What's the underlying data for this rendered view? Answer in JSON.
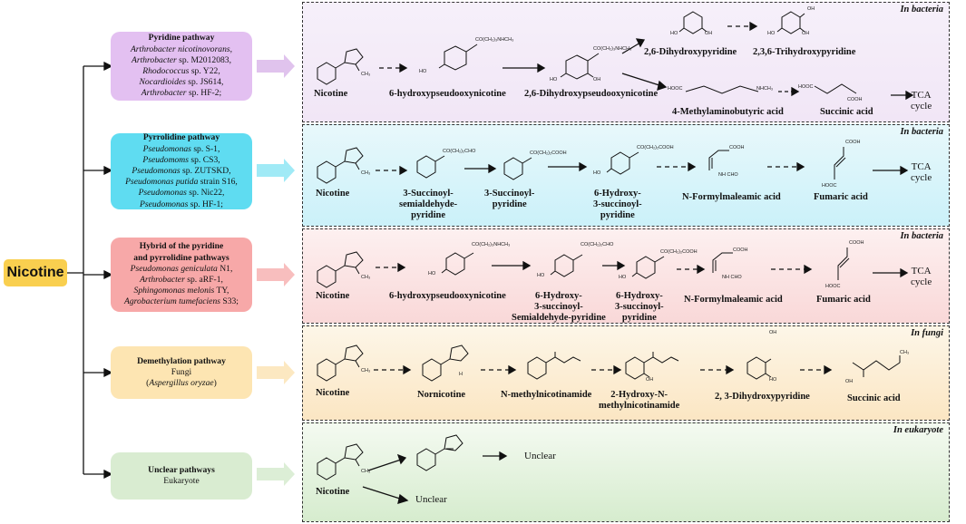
{
  "root": {
    "label": "Nicotine"
  },
  "categories": [
    {
      "title": "Pyridine pathway",
      "lines": [
        [
          "Arthrobacter nicotinovorans,",
          ""
        ],
        [
          "Arthrobacter",
          " sp. M2012083,"
        ],
        [
          "Rhodococcus",
          " sp. Y22,"
        ],
        [
          "Nocardioides",
          " sp. JS614,"
        ],
        [
          "Arthrobacter",
          " sp. HF-2;"
        ]
      ]
    },
    {
      "title": "Pyrrolidine pathway",
      "lines": [
        [
          "Pseudomonas",
          " sp. S-1,"
        ],
        [
          "Pseudomoms",
          " sp. CS3,"
        ],
        [
          "Pseudomonas",
          " sp. ZUTSKD,"
        ],
        [
          "Pseudomonas putida",
          " strain S16,"
        ],
        [
          "Pseudomonas",
          " sp. Nic22,"
        ],
        [
          "Pseudomonas",
          " sp. HF-1;"
        ]
      ]
    },
    {
      "title": "Hybrid of the pyridine\nand pyrrolidine pathways",
      "lines": [
        [
          "Pseudomonas geniculata",
          " N1,"
        ],
        [
          "Arthrobacter",
          " sp. aRF-1,"
        ],
        [
          "Sphingomonas melonis",
          " TY,"
        ],
        [
          "Agrobacterium tumefaciens",
          " S33;"
        ]
      ]
    },
    {
      "title": "Demethylation pathway",
      "plain": [
        "Fungi",
        "(Aspergillus oryzae)"
      ]
    },
    {
      "title": "Unclear pathways",
      "plain": [
        "Eukaryote"
      ]
    }
  ],
  "panels": [
    {
      "tag": "In bacteria",
      "labels": [
        "Nicotine",
        "6-hydroxypseudooxynicotine",
        "2,6-Dihydroxypseudooxynicotine",
        "2,6-Dihydroxypyridine",
        "2,3,6-Trihydroxypyridine",
        "4-Methylaminobutyric acid",
        "Succinic acid",
        "TCA\ncycle"
      ],
      "subs": [
        "CO(CH₂)₃NHCH₃",
        "HO",
        "CO(CH₂)₃NHCH₃",
        "HO",
        "OH",
        "HO",
        "OH",
        "OH",
        "HO",
        "OH",
        "HOOC",
        "NHCH₃",
        "HOOC",
        "COOH",
        "CH₃"
      ]
    },
    {
      "tag": "In bacteria",
      "labels": [
        "Nicotine",
        "3-Succinoyl-\nsemialdehyde-\npyridine",
        "3-Succinoyl-\npyridine",
        "6-Hydroxy-\n3-succinoyl-\npyridine",
        "N-Formylmaleamic acid",
        "Fumaric acid",
        "TCA\ncycle"
      ],
      "subs": [
        "CO(CH₂)₂CHO",
        "CO(CH₂)₂COOH",
        "CO(CH₂)₂COOH",
        "HO",
        "COOH",
        "NH  CHO",
        "COOH",
        "HOOC",
        "CH₃"
      ]
    },
    {
      "tag": "In bacteria",
      "labels": [
        "Nicotine",
        "6-hydroxypseudooxynicotine",
        "6-Hydroxy-\n3-succinoyl-\nSemialdehyde-pyridine",
        "6-Hydroxy-\n3-succinoyl-\npyridine",
        "N-Formylmaleamic acid",
        "Fumaric acid",
        "TCA\ncycle"
      ],
      "subs": [
        "CO(CH₂)₃NHCH₃",
        "HO",
        "CO(CH₂)₂CHO",
        "HO",
        "CO(CH₂)₂COOH",
        "HO",
        "COOH",
        "NH  CHO",
        "COOH",
        "HOOC",
        "CH₃"
      ]
    },
    {
      "tag": "In fungi",
      "labels": [
        "Nicotine",
        "Nornicotine",
        "N-methylnicotinamide",
        "2-Hydroxy-N-\nmethylnicotinamide",
        "2, 3-Dihydroxypyridine",
        "Succinic acid"
      ],
      "subs": [
        "CH₃",
        "H",
        "OH",
        "OH",
        "HO",
        "OH",
        "CH₃"
      ]
    },
    {
      "tag": "In eukaryote",
      "labels": [
        "Nicotine",
        "Unclear",
        "Unclear"
      ],
      "subs": [
        "CH₃"
      ]
    }
  ]
}
